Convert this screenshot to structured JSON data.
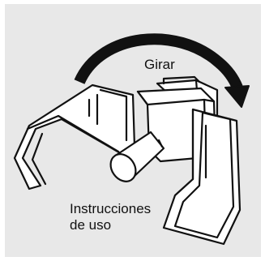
{
  "labels": {
    "rotate": "Girar",
    "instructions_line1": "Instrucciones",
    "instructions_line2": "de uso"
  },
  "colors": {
    "background": "#e8e8e8",
    "line": "#111111",
    "arrow": "#111111",
    "part_fill": "#ffffff"
  }
}
